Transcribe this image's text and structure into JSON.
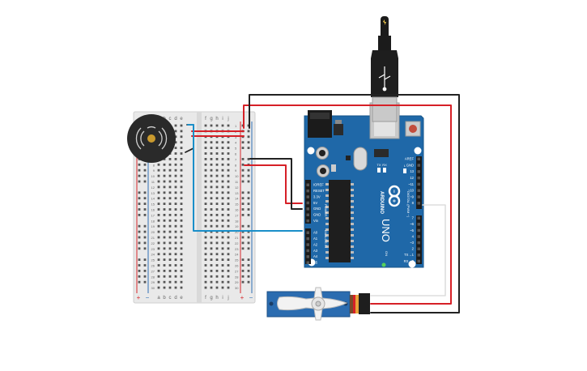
{
  "colors": {
    "board_blue": "#1f68a8",
    "board_blue_dark": "#17558a",
    "breadboard": "#e9e9e9",
    "rail_red": "#d6272b",
    "rail_blue": "#2f6fb5",
    "wire_red": "#d62027",
    "wire_black": "#222222",
    "wire_blue": "#1a8fc9",
    "wire_white": "#dddddd",
    "servo_blue": "#2b6cb0"
  },
  "breadboard": {
    "col_letters_left": [
      "a",
      "b",
      "c",
      "d",
      "e"
    ],
    "col_letters_right": [
      "f",
      "g",
      "h",
      "i",
      "j"
    ],
    "row_numbers": [
      "1",
      "2",
      "3",
      "4",
      "5",
      "6",
      "7",
      "8",
      "9",
      "10",
      "11",
      "12",
      "13",
      "14",
      "15",
      "16",
      "17",
      "18",
      "19",
      "20",
      "21",
      "22",
      "23",
      "24",
      "25",
      "26",
      "27",
      "28",
      "29",
      "30"
    ],
    "rail_plus": "+",
    "rail_minus": "−"
  },
  "arduino": {
    "brand": "ARDUINO",
    "model": "UNO",
    "power_header_title": "POWER",
    "analog_header_title": "ANALOG IN",
    "digital_header_title": "DIGITAL (PWM ~)",
    "power_pins": [
      "IOREF",
      "RESET",
      "3.3V",
      "5V",
      "GND",
      "GND",
      "Vin"
    ],
    "analog_pins": [
      "A0",
      "A1",
      "A2",
      "A3",
      "A4",
      "A5"
    ],
    "digital_top": [
      "AREF",
      "GND",
      "13",
      "12",
      "~11",
      "~10",
      "~9",
      "8"
    ],
    "digital_bottom": [
      "7",
      "~6",
      "~5",
      "4",
      "~3",
      "2",
      "TX→1",
      "RX←0"
    ],
    "led_labels": [
      "TX",
      "RX"
    ],
    "on_label": "ON",
    "l_label": "L"
  },
  "icons": [
    "usb-cable-icon",
    "piezo-buzzer-icon",
    "servo-motor-icon",
    "reset-button-icon"
  ]
}
